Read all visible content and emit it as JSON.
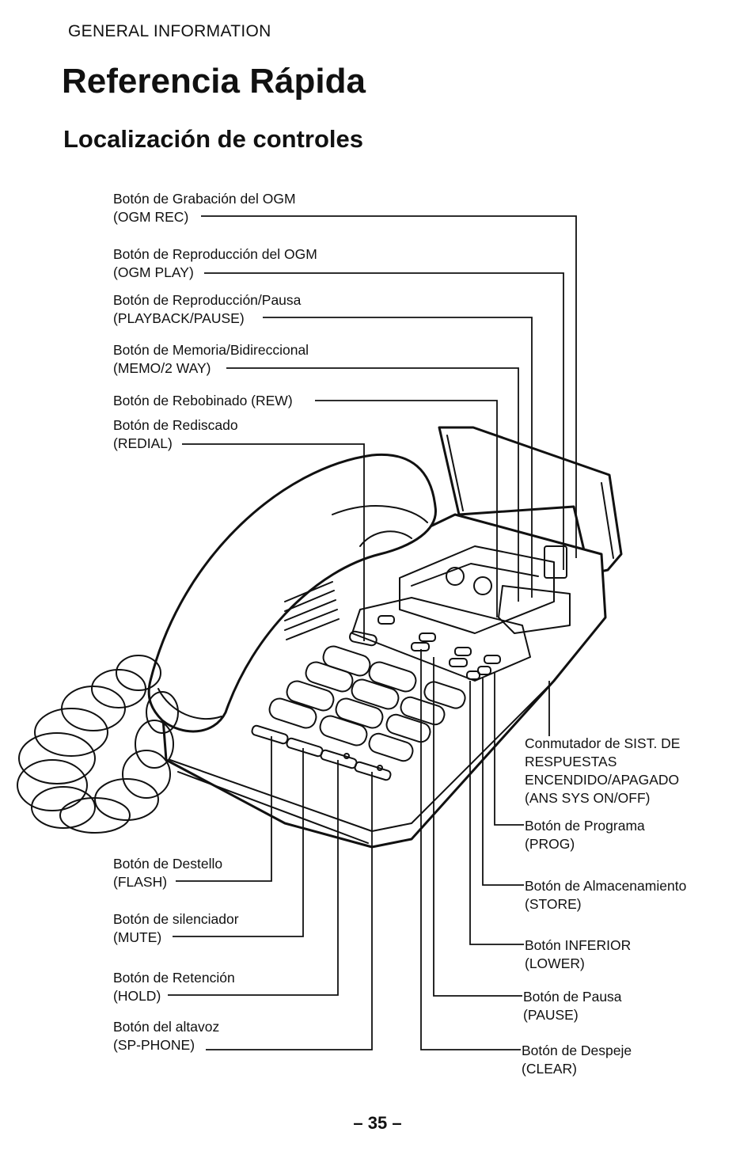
{
  "header": {
    "section": "GENERAL INFORMATION",
    "title": "Referencia Rápida",
    "subtitle": "Localización de controles"
  },
  "callouts": {
    "ogm_rec": {
      "line1": "Botón de Grabación del OGM",
      "line2": "(OGM REC)"
    },
    "ogm_play": {
      "line1": "Botón de Reproducción del OGM",
      "line2": "(OGM PLAY)"
    },
    "playback_pause": {
      "line1": "Botón de Reproducción/Pausa",
      "line2": "(PLAYBACK/PAUSE)"
    },
    "memo_2way": {
      "line1": "Botón de Memoria/Bidireccional",
      "line2": "(MEMO/2 WAY)"
    },
    "rew": {
      "line1": "Botón de Rebobinado (REW)"
    },
    "redial": {
      "line1": "Botón de Rediscado",
      "line2": "(REDIAL)"
    },
    "flash": {
      "line1": "Botón de Destello",
      "line2": "(FLASH)"
    },
    "mute": {
      "line1": "Botón de silenciador",
      "line2": "(MUTE)"
    },
    "hold": {
      "line1": "Botón de Retención",
      "line2": "(HOLD)"
    },
    "sp_phone": {
      "line1": "Botón del altavoz",
      "line2": "(SP-PHONE)"
    },
    "ans_sys": {
      "line1": "Conmutador de SIST. DE",
      "line2": "RESPUESTAS",
      "line3": "ENCENDIDO/APAGADO",
      "line4": "(ANS SYS ON/OFF)"
    },
    "prog": {
      "line1": "Botón de Programa",
      "line2": "(PROG)"
    },
    "store": {
      "line1": "Botón de Almacenamiento",
      "line2": "(STORE)"
    },
    "lower": {
      "line1": "Botón INFERIOR",
      "line2": "(LOWER)"
    },
    "pause": {
      "line1": "Botón de Pausa",
      "line2": "(PAUSE)"
    },
    "clear": {
      "line1": "Botón de Despeje",
      "line2": "(CLEAR)"
    }
  },
  "footer": {
    "page_number": "– 35 –"
  }
}
